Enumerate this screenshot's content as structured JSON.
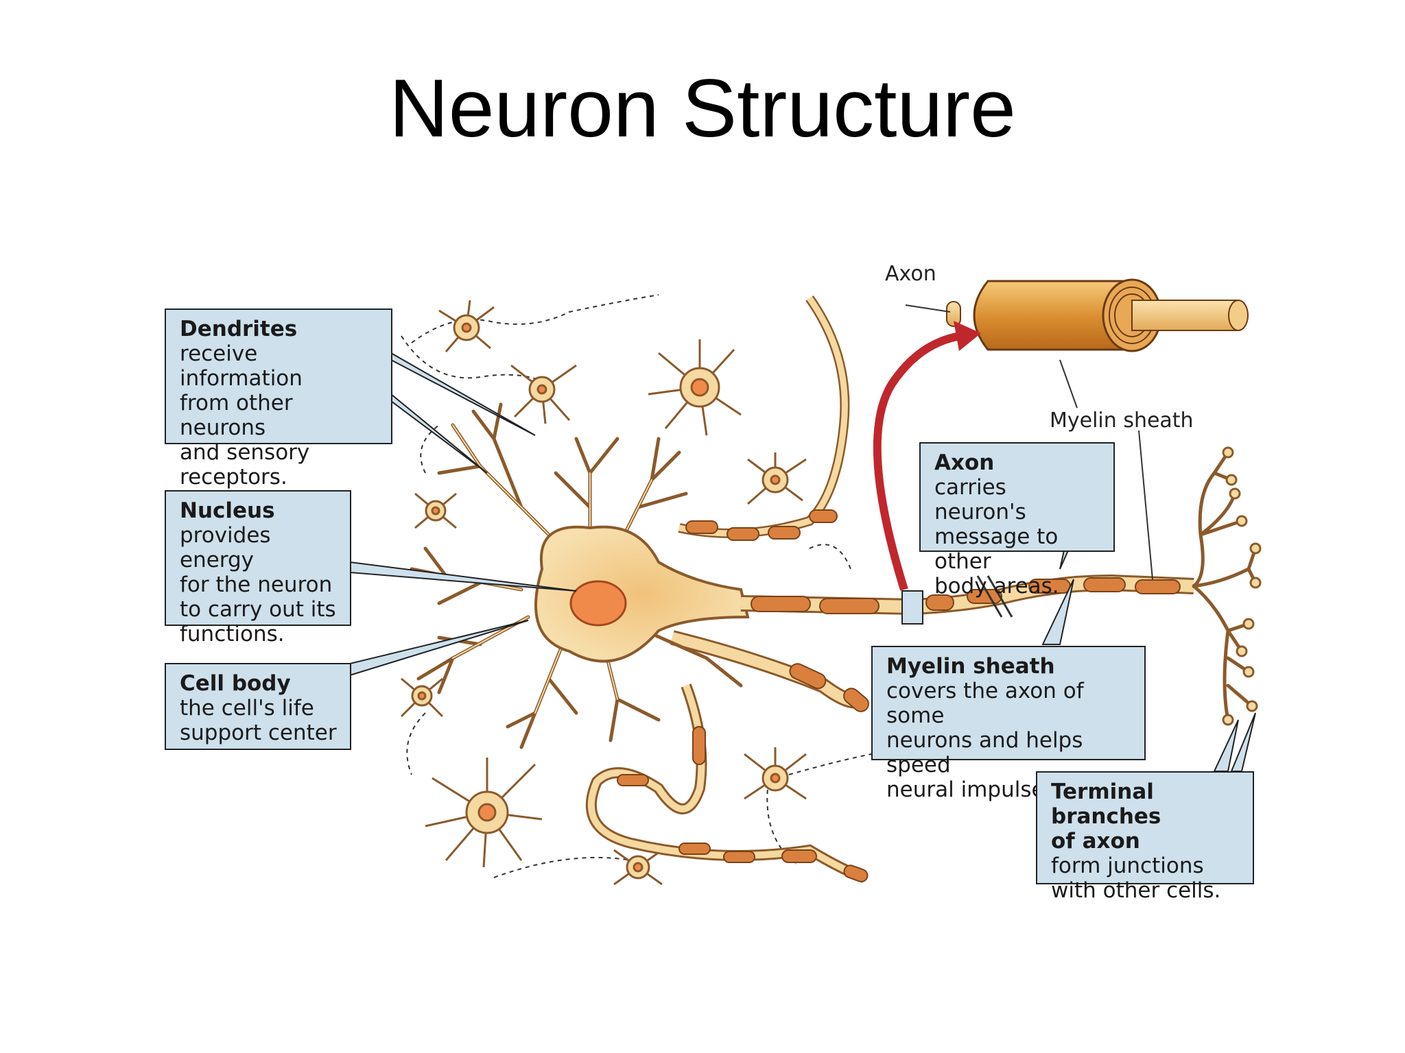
{
  "title": "Neuron Structure",
  "colors": {
    "label_fill": "#cde0ec",
    "neuron_fill": "#f5d9a0",
    "neuron_outline": "#8b5a2b",
    "nucleus": "#f08a4b",
    "myelin": "#d9803f",
    "arrow": "#c0272d"
  },
  "callouts": {
    "dendrites": {
      "heading": "Dendrites",
      "body": "receive information\nfrom other neurons\nand sensory\nreceptors."
    },
    "nucleus": {
      "heading": "Nucleus",
      "body": "provides energy\nfor the neuron\nto carry out its\nfunctions."
    },
    "cell_body": {
      "heading": "Cell body",
      "body": "the cell's life\nsupport center"
    },
    "axon": {
      "heading": "Axon",
      "body": "carries neuron's\nmessage to other\nbody areas."
    },
    "myelin": {
      "heading": "Myelin sheath",
      "body": "covers the axon of some\nneurons and helps speed\nneural impulses."
    },
    "terminal": {
      "heading": "Terminal branches\nof axon",
      "body": "form junctions\nwith other cells."
    }
  },
  "inset": {
    "axon_label": "Axon",
    "myelin_label": "Myelin sheath"
  }
}
